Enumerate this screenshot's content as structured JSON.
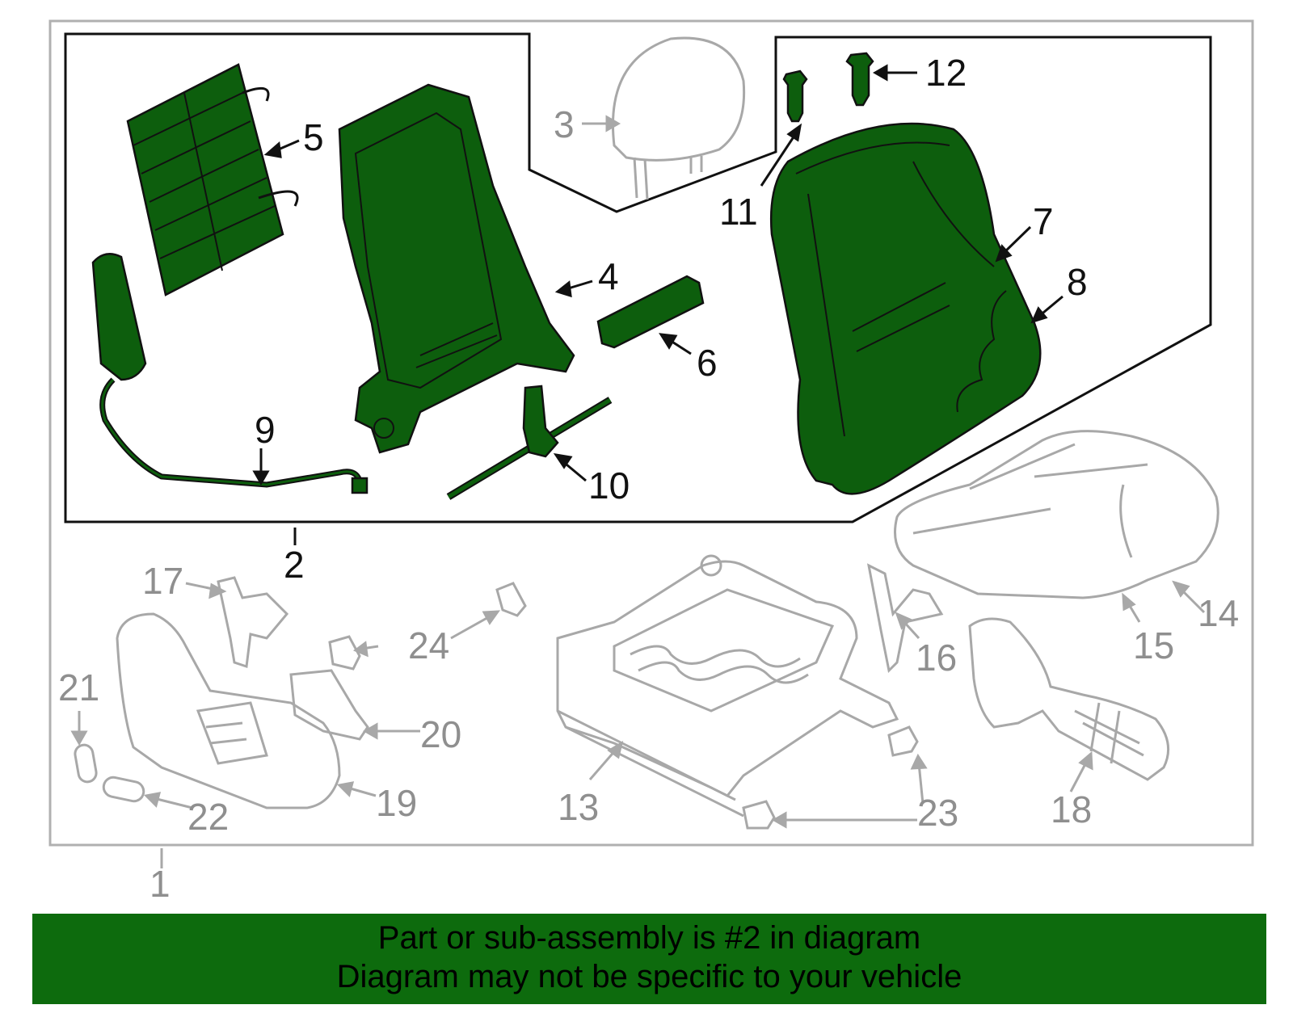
{
  "callouts": {
    "c1": "1",
    "c2": "2",
    "c3": "3",
    "c4": "4",
    "c5": "5",
    "c6": "6",
    "c7": "7",
    "c8": "8",
    "c9": "9",
    "c10": "10",
    "c11": "11",
    "c12": "12",
    "c13": "13",
    "c14": "14",
    "c15": "15",
    "c16": "16",
    "c17": "17",
    "c18": "18",
    "c19": "19",
    "c20": "20",
    "c21": "21",
    "c22": "22",
    "c23": "23",
    "c24": "24"
  },
  "highlighted_part": "2",
  "colors": {
    "highlight": "#0d5e0d",
    "banner": "#0d6b0d",
    "gray_part": "#a8a8a8",
    "outline": "#111111"
  },
  "banner": {
    "line1": "Part or sub-assembly is #2 in diagram",
    "line2": "Diagram may not be specific to your vehicle"
  }
}
